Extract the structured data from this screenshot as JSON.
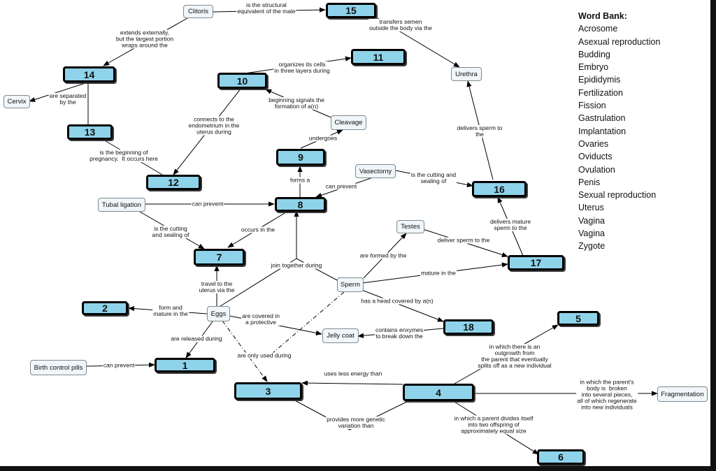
{
  "word_bank": {
    "title": "Word Bank:",
    "items": [
      "Acrosome",
      "Asexual reproduction",
      "Budding",
      "Embryo",
      "Epididymis",
      "Fertilization",
      "Fission",
      "Gastrulation",
      "Implantation",
      "Ovaries",
      "Oviducts",
      "Ovulation",
      "Penis",
      "Sexual reproduction",
      "Uterus",
      "Vagina",
      "Vagina",
      "Zygote"
    ]
  },
  "concepts": {
    "clitoris": "Clitoris",
    "cervix": "Cervix",
    "urethra": "Urethra",
    "cleavage": "Cleavage",
    "vasectomy": "Vasectomy",
    "tubal_ligation": "Tubal ligation",
    "testes": "Testes",
    "sperm": "Sperm",
    "eggs": "Eggs",
    "jelly_coat": "Jelly coat",
    "birth_control_pills": "Birth control pills",
    "fragmentation": "Fragmentation"
  },
  "blanks": {
    "b1": "1",
    "b2": "2",
    "b3": "3",
    "b4": "4",
    "b5": "5",
    "b6": "6",
    "b7": "7",
    "b8": "8",
    "b9": "9",
    "b10": "10",
    "b11": "11",
    "b12": "12",
    "b13": "13",
    "b14": "14",
    "b15": "15",
    "b16": "16",
    "b17": "17",
    "b18": "18"
  },
  "links": {
    "clitoris_15": "is the structural\nequivalent of the male",
    "15_urethra": "transfers semen\noutside the body via the",
    "clitoris_14": "extends externally,\nbut the largest portion\nwraps around the",
    "14_cervix": "are separated\nby the",
    "10_11": "organizes its cells\nin three layers during",
    "cleavage_10": "beginning signals the\nformation of a(n)",
    "10_12": "connects to the\nendometrium in the\nuterus during",
    "13_12": "is the beginning of\npregnancy.  It occurs here",
    "9_cleavage": "undergoes",
    "8_9": "forms a",
    "vasectomy_16": "is the cutting and\nsealing of",
    "vasectomy_8": "can prevent",
    "16_urethra": "delivers sperm to\nthe",
    "tubal_8": "can prevent",
    "tubal_7": "is the cutting\nand sealing of",
    "8_7": "occurs in the",
    "17_16": "delivers mature\nsperm to the",
    "testes_17": "deliver sperm to the",
    "sperm_testes": "are formed by the",
    "join": "join together during",
    "sperm_17": "mature in the",
    "eggs_7": "travel to the\nuterus via the",
    "sperm_18": "has a head covered by a(n)",
    "eggs_2": "form and\nmature in the",
    "eggs_jelly": "are covered in\na protective",
    "18_jelly": "contains enxymes\nto break down the",
    "eggs_1": "are released during",
    "only_used": "are only used during",
    "pills_1": "can prevent",
    "4_5": "in which there is an\noutgrowth from\nthe parent that eventually\nsplits off as a new individual",
    "4_3": "uses less energy than",
    "3_4": "provides more genetic\nvariation than",
    "4_frag": "in which the parent's\nbody is  broken\ninto several pieces,\nall of which regenerate\ninto new individuals",
    "4_6": "in which a parent divides itself\ninto two offspring of\napproximately equal size"
  }
}
